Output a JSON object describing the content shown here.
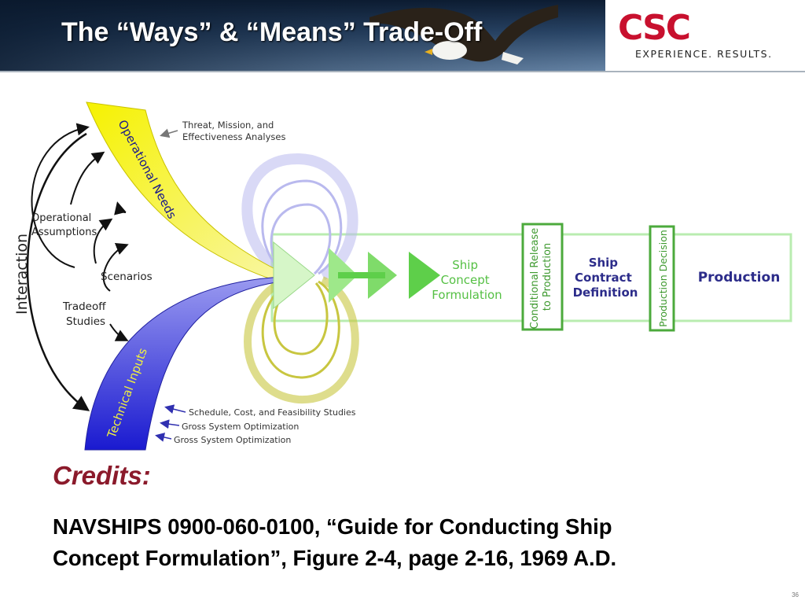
{
  "header": {
    "title": "The  “Ways” & “Means” Trade-Off",
    "logo_text": "CSC",
    "tagline": "EXPERIENCE. RESULTS."
  },
  "diagram": {
    "operational_needs": "Operational Needs",
    "technical_inputs": "Technical Inputs",
    "interaction": "Interaction",
    "top_note_line1": "Threat, Mission, and",
    "top_note_line2": "Effectiveness Analyses",
    "left_labels": {
      "operational_assumptions_line1": "Operational",
      "operational_assumptions_line2": "Assumptions",
      "scenarios": "Scenarios",
      "tradeoff_line1": "Tradeoff",
      "tradeoff_line2": "Studies"
    },
    "bottom_notes": [
      "Schedule, Cost, and Feasibility Studies",
      "Gross System Optimization",
      "Gross System Optimization"
    ],
    "phases": {
      "concept_line1": "Ship",
      "concept_line2": "Concept",
      "concept_line3": "Formulation",
      "release_line1": "Conditional Release",
      "release_line2": "to Production",
      "contract_line1": "Ship",
      "contract_line2": "Contract",
      "contract_line3": "Definition",
      "decision": "Production Decision",
      "production": "Production"
    },
    "colors": {
      "needs_band": "#f2ef1e",
      "inputs_band": "#3b3bd6",
      "green": "#6dcf5a",
      "lavender": "#b9b9ee",
      "olive": "#c8c640"
    }
  },
  "credits": {
    "heading": "Credits:",
    "line1": "NAVSHIPS 0900-060-0100, “Guide for Conducting Ship",
    "line2": "Concept Formulation”, Figure 2-4, page 2-16, 1969 A.D."
  },
  "page_number": "36"
}
